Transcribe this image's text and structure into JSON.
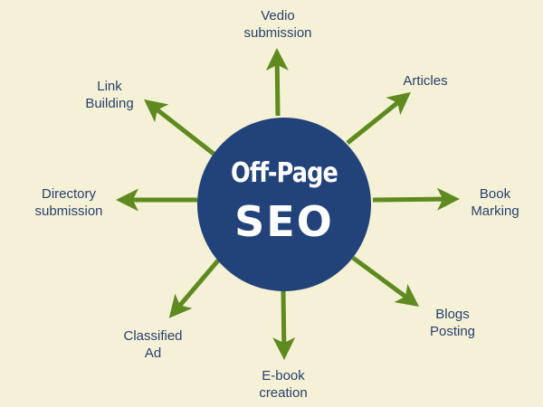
{
  "center": {
    "title": "Off-Page",
    "subtitle": "SEO"
  },
  "colors": {
    "background": "#f4f1d6",
    "circle": "#22427a",
    "arrow": "#5e8a1f",
    "label": "#2a3f6e"
  },
  "nodes": [
    {
      "label": "Vedio\nsubmission"
    },
    {
      "label": "Articles"
    },
    {
      "label": "Book\nMarking"
    },
    {
      "label": "Blogs\nPosting"
    },
    {
      "label": "E-book\ncreation"
    },
    {
      "label": "Classified\nAd"
    },
    {
      "label": "Directory\nsubmission"
    },
    {
      "label": "Link\nBuilding"
    }
  ]
}
